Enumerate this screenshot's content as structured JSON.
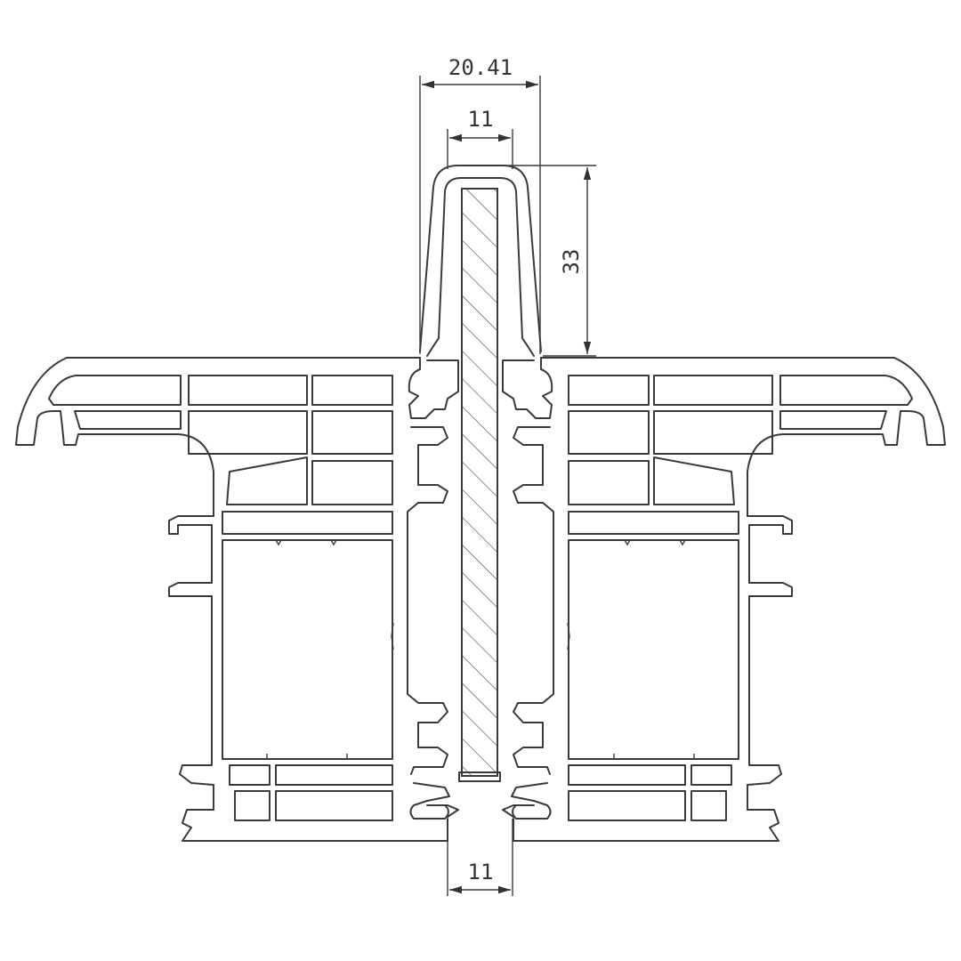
{
  "drawing": {
    "dimensions": {
      "cap_width": "20.41",
      "glass_top": "11",
      "cap_height": "33",
      "glass_bottom": "11"
    },
    "colors": {
      "line": "#3a3a3a",
      "background": "#ffffff"
    }
  }
}
